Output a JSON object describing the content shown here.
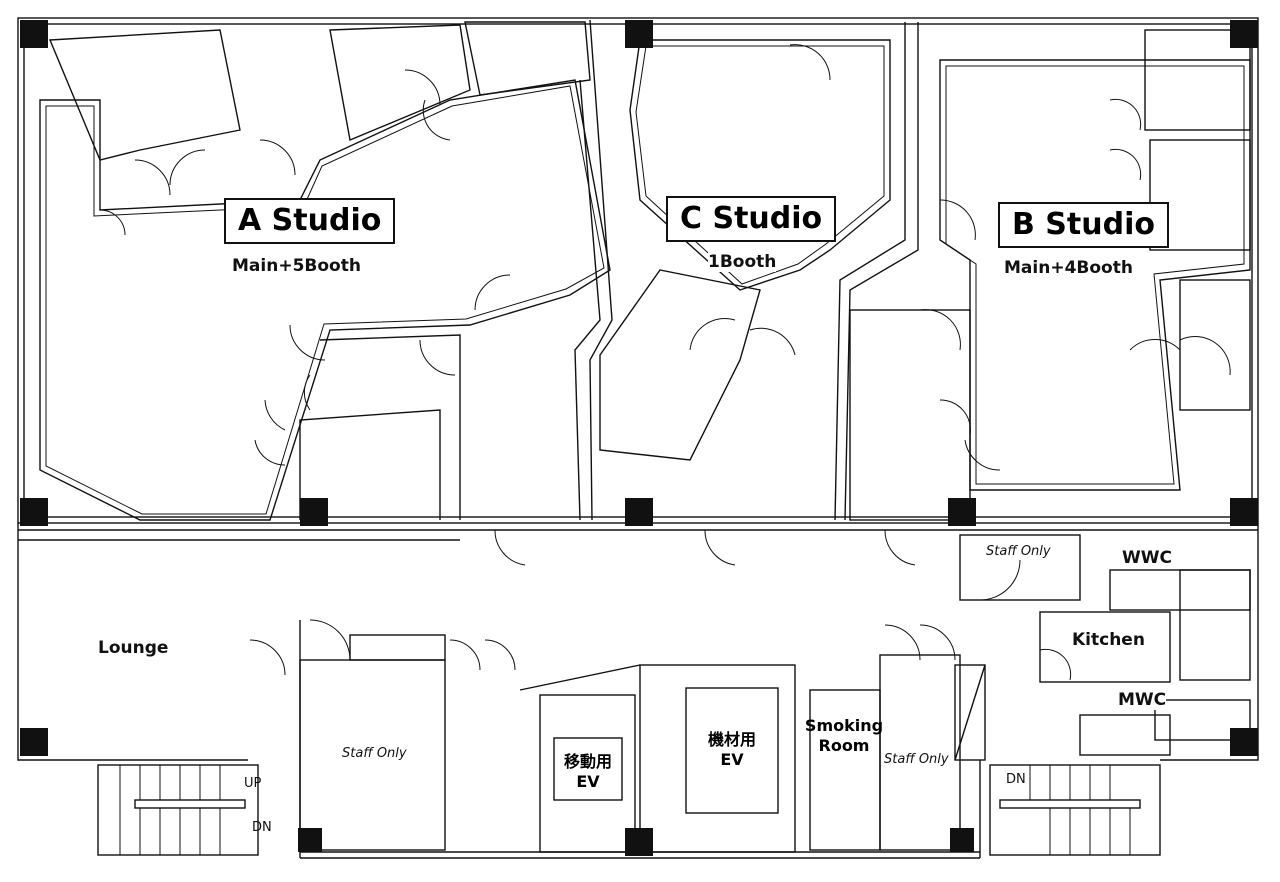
{
  "studios": {
    "a": {
      "name": "A Studio",
      "sub": "Main+5Booth"
    },
    "c": {
      "name": "C Studio",
      "sub": "1Booth"
    },
    "b": {
      "name": "B Studio",
      "sub": "Main+4Booth"
    }
  },
  "rooms": {
    "lounge": "Lounge",
    "staff_only_1": "Staff Only",
    "staff_only_2": "Staff Only",
    "staff_only_3": "Staff Only",
    "wwc": "WWC",
    "kitchen": "Kitchen",
    "mwc": "MWC",
    "smoking_line1": "Smoking",
    "smoking_line2": "Room",
    "ev_passenger_line1": "移動用",
    "ev_passenger_line2": "EV",
    "ev_equipment_line1": "機材用",
    "ev_equipment_line2": "EV"
  },
  "stairs": {
    "left_up": "UP",
    "left_dn": "DN",
    "right_dn": "DN"
  }
}
